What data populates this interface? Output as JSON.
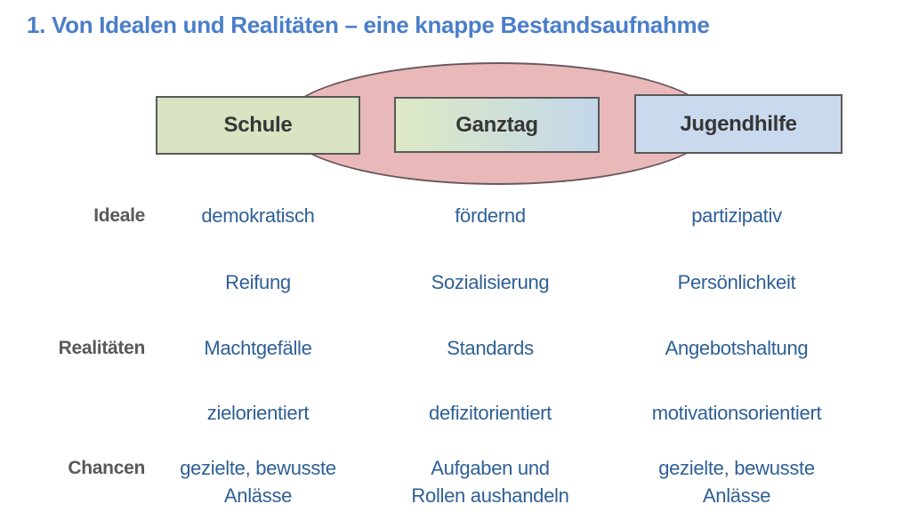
{
  "title": "1. Von Idealen und Realitäten – eine knappe Bestandsaufnahme",
  "diagram": {
    "ellipse": "overlap-ellipse",
    "boxes": [
      {
        "label": "Schule"
      },
      {
        "label": "Ganztag"
      },
      {
        "label": "Jugendhilfe"
      }
    ]
  },
  "matrix": {
    "row_labels": [
      "Ideale",
      "Realitäten",
      "Chancen"
    ],
    "rows": [
      {
        "cells": [
          "demokratisch",
          "fördernd",
          "partizipativ"
        ]
      },
      {
        "cells": [
          "Reifung",
          "Sozialisierung",
          "Persönlichkeit"
        ]
      },
      {
        "cells": [
          "Machtgefälle",
          "Standards",
          "Angebotshaltung"
        ]
      },
      {
        "cells": [
          "zielorientiert",
          "defizitorientiert",
          "motivationsorientiert"
        ]
      },
      {
        "cells": [
          "gezielte, bewusste\nAnlässe",
          "Aufgaben und\nRollen aushandeln",
          "gezielte, bewusste\nAnlässe"
        ]
      }
    ]
  },
  "colors": {
    "title-blue": "#4a7ec9",
    "body-blue": "#2e5f96",
    "label-gray": "#595959",
    "box-text": "#363636",
    "box-border": "#595959",
    "ellipse-fill": "#e9b9ba",
    "ellipse-border": "#6a585b",
    "schule-fill": "#d8e4c2",
    "ganztag-left": "#dde9c4",
    "ganztag-right": "#c3d7ea",
    "jugendhilfe-fill": "#cadaee",
    "slide-bg": "#ffffff"
  }
}
